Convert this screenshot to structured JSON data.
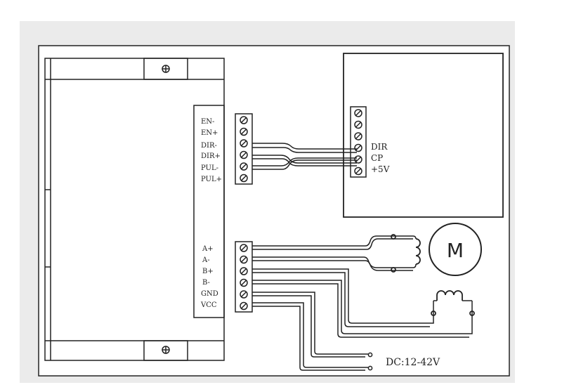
{
  "driver": {
    "signal_terminals": [
      "EN-",
      "EN+",
      "DIR-",
      "DIR+",
      "PUL-",
      "PUL+"
    ],
    "power_terminals": [
      "A+",
      "A-",
      "B+",
      "B-",
      "GND",
      "VCC"
    ]
  },
  "controller": {
    "terminals": [
      "DIR",
      "CP",
      "+5V"
    ]
  },
  "motor": {
    "label": "M"
  },
  "power_supply": {
    "label": "DC:12-42V"
  },
  "colors": {
    "line": "#222222",
    "background": "#ffffff",
    "frame": "#e8e8e8"
  }
}
